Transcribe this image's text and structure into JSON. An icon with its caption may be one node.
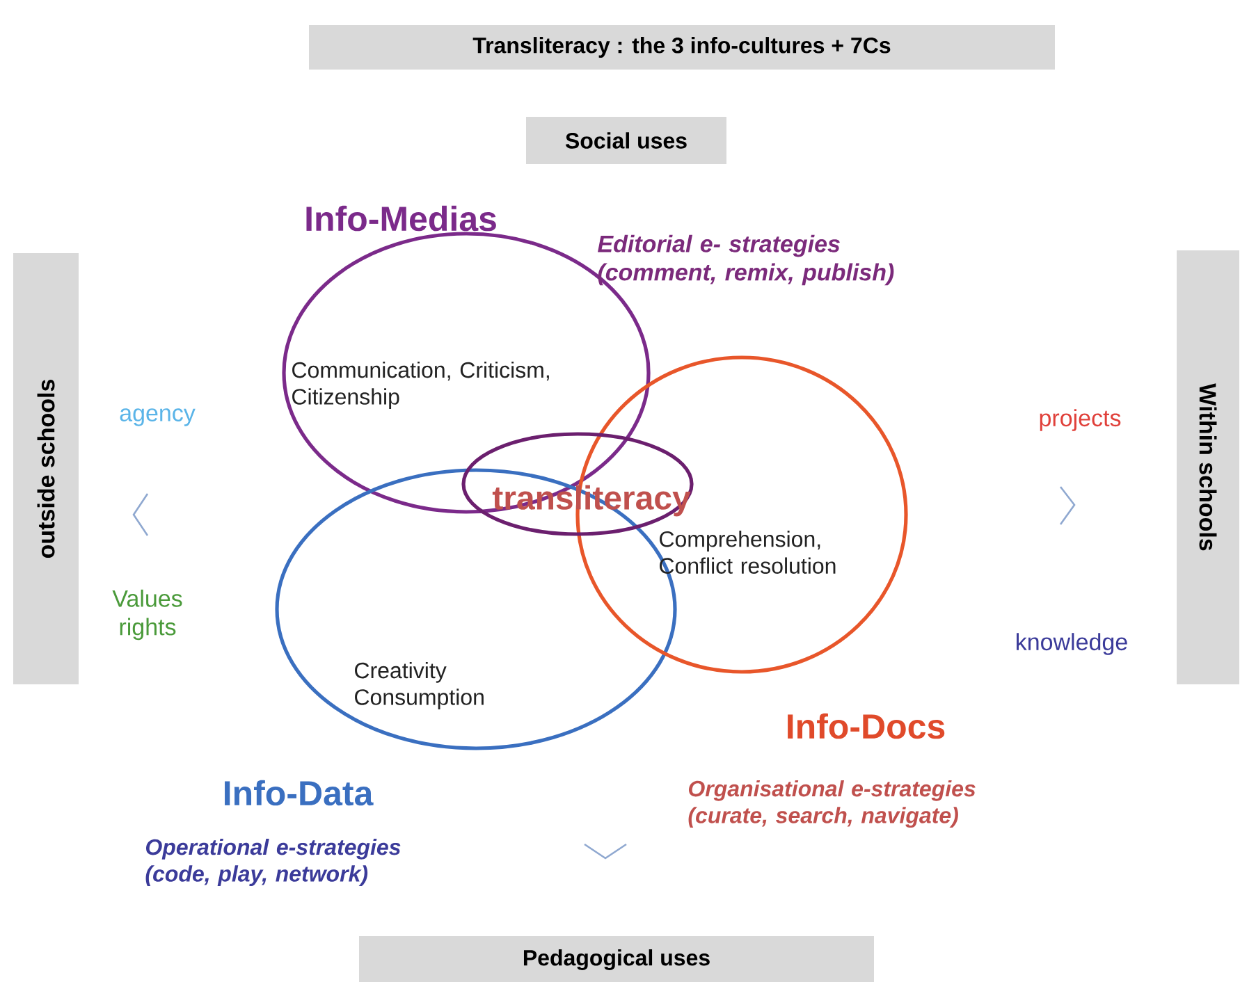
{
  "diagram": {
    "title": "Transliteracy : the 3 info-cultures + 7Cs",
    "nodes": [
      {
        "text": [
          "Social uses"
        ]
      },
      {
        "text": [
          "outside schools"
        ]
      },
      {
        "text": [
          "Within schools"
        ]
      },
      {
        "text": [
          "Pedagogical uses"
        ]
      },
      {
        "text": [
          "Info-Medias",
          "Communication, Criticism, Citizenship"
        ],
        "beside": [
          "Editorial e- strategies (comment, remix, publish)"
        ]
      },
      {
        "text": [
          "Creativity Consumption"
        ]
      },
      {
        "text": [
          "Comprehension, Conflict resolution"
        ]
      },
      {
        "text": [
          "transliteracy"
        ]
      }
    ],
    "labels": [
      "agency",
      "projects",
      "Values rights",
      "knowledge",
      "Info-Docs",
      "Info-Data",
      "Organisational e-strategies (curate, search, navigate)",
      "Operational e-strategies (code, play, network)"
    ]
  }
}
